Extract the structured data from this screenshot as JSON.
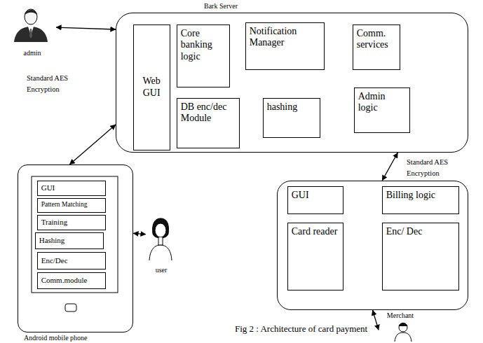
{
  "diagram": {
    "caption": "Fig 2 : Architecture of card payment",
    "nodes": [
      {
        "text": [
          "admin"
        ]
      },
      {
        "text": [
          "Bark Server"
        ]
      },
      {
        "text": [
          "Web GUI"
        ],
        "in": 1
      },
      {
        "text": [
          "Core banking logic"
        ],
        "in": 1
      },
      {
        "text": [
          "Notification Manager"
        ],
        "in": 1
      },
      {
        "text": [
          "Comm. services"
        ],
        "in": 1
      },
      {
        "text": [
          "DB enc/dec Module"
        ],
        "in": 1
      },
      {
        "text": [
          "hashing"
        ],
        "in": 1
      },
      {
        "text": [
          "Admin logic"
        ],
        "in": 1
      },
      {
        "text": [
          "Android mobile phone"
        ]
      },
      {
        "text": [
          "GUI"
        ],
        "in": 9
      },
      {
        "text": [
          "Pattern Matching"
        ],
        "in": 9
      },
      {
        "text": [
          "Training"
        ],
        "in": 9
      },
      {
        "text": [
          "Hashing"
        ],
        "in": 9
      },
      {
        "text": [
          "Enc/Dec"
        ],
        "in": 9
      },
      {
        "text": [
          "Comm.module"
        ],
        "in": 9
      },
      {
        "text": [
          "user"
        ]
      },
      {
        "text": []
      },
      {
        "text": [
          "GUI"
        ],
        "in": 17
      },
      {
        "text": [
          "Billing logic"
        ],
        "in": 17
      },
      {
        "text": [
          "Card reader"
        ],
        "in": 17
      },
      {
        "text": [
          "Enc/ Dec"
        ],
        "in": 17
      },
      {
        "text": [
          "Merchant"
        ]
      }
    ],
    "edges": [
      {
        "from": 0,
        "to": 1,
        "arrow": "both"
      },
      {
        "from": 9,
        "to": 1,
        "label": "Standard AES Encryption",
        "arrow": "both"
      },
      {
        "from": 1,
        "to": 17,
        "label": "Standard AES Encryption",
        "arrow": "both"
      },
      {
        "from": 16,
        "to": 9,
        "arrow": "both"
      },
      {
        "from": 22,
        "to": 17,
        "arrow": "both"
      }
    ]
  }
}
